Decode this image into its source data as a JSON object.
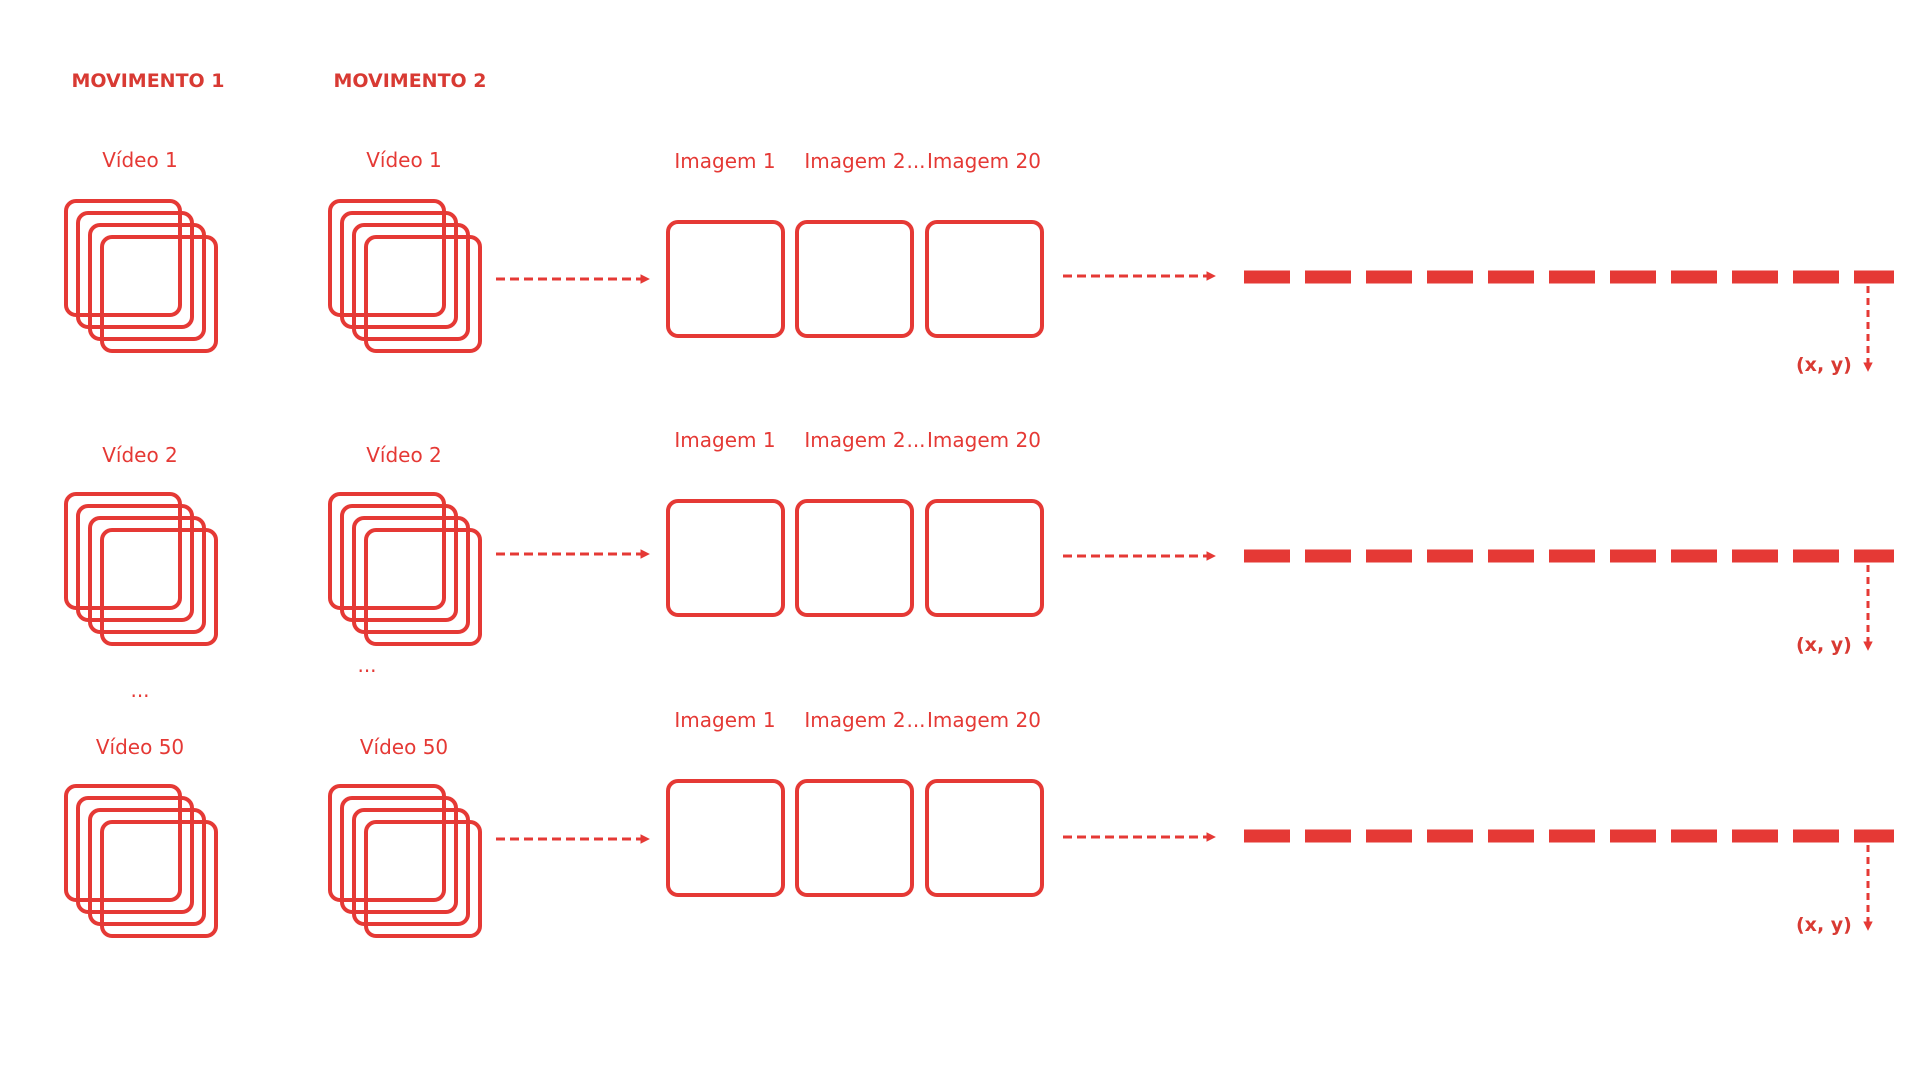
{
  "headers": {
    "movement1": "MOVIMENTO 1",
    "movement2": "MOVIMENTO 2"
  },
  "rows": [
    {
      "video_label": "Vídeo 1",
      "images": [
        "Imagem 1",
        "Imagem 2",
        "Imagem 20"
      ],
      "ellipsis": "...",
      "output": "(x, y)"
    },
    {
      "video_label": "Vídeo 2",
      "images": [
        "Imagem 1",
        "Imagem 2",
        "Imagem 20"
      ],
      "ellipsis": "...",
      "output": "(x, y)"
    },
    {
      "video_label": "Vídeo 50",
      "images": [
        "Imagem 1",
        "Imagem 2",
        "Imagem 20"
      ],
      "ellipsis": "...",
      "output": "(x, y)"
    }
  ],
  "gap_ellipsis": "...",
  "colors": {
    "primary": "#e53935"
  },
  "icons": {
    "video_stack": "stacked-frames-icon",
    "image_frame": "frame-icon",
    "flow_arrow": "dashed-arrow-icon"
  }
}
